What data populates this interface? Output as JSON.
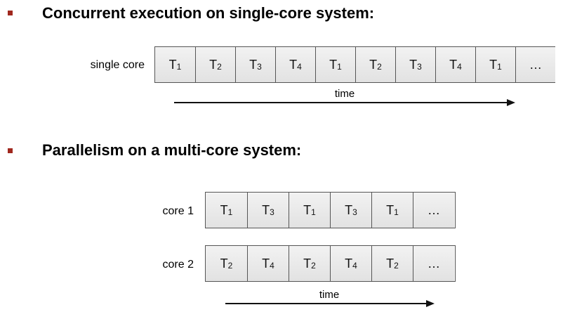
{
  "section1": {
    "heading": "Concurrent execution on single-core system:",
    "row_label": "single core",
    "cells": [
      {
        "base": "T",
        "sub": "1"
      },
      {
        "base": "T",
        "sub": "2"
      },
      {
        "base": "T",
        "sub": "3"
      },
      {
        "base": "T",
        "sub": "4"
      },
      {
        "base": "T",
        "sub": "1"
      },
      {
        "base": "T",
        "sub": "2"
      },
      {
        "base": "T",
        "sub": "3"
      },
      {
        "base": "T",
        "sub": "4"
      },
      {
        "base": "T",
        "sub": "1"
      },
      {
        "base": "…",
        "sub": ""
      }
    ],
    "axis_label": "time"
  },
  "section2": {
    "heading": "Parallelism on a multi-core system:",
    "cores": [
      {
        "label": "core 1",
        "cells": [
          {
            "base": "T",
            "sub": "1"
          },
          {
            "base": "T",
            "sub": "3"
          },
          {
            "base": "T",
            "sub": "1"
          },
          {
            "base": "T",
            "sub": "3"
          },
          {
            "base": "T",
            "sub": "1"
          },
          {
            "base": "…",
            "sub": ""
          }
        ]
      },
      {
        "label": "core 2",
        "cells": [
          {
            "base": "T",
            "sub": "2"
          },
          {
            "base": "T",
            "sub": "4"
          },
          {
            "base": "T",
            "sub": "2"
          },
          {
            "base": "T",
            "sub": "4"
          },
          {
            "base": "T",
            "sub": "2"
          },
          {
            "base": "…",
            "sub": ""
          }
        ]
      }
    ],
    "axis_label": "time"
  },
  "colors": {
    "bullet": "#a0281e",
    "cell_fill": "#e8e8e8",
    "cell_border": "#555555",
    "arrow": "#111111"
  }
}
